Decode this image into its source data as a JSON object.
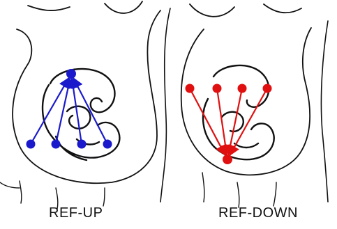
{
  "panels": [
    {
      "label": "REF-UP",
      "arrow_color": "#1a1acc",
      "direction": "up",
      "points": 4
    },
    {
      "label": "REF-DOWN",
      "arrow_color": "#e01010",
      "direction": "down",
      "points": 4
    }
  ],
  "colors": {
    "outline": "#111111",
    "background": "#ffffff"
  }
}
